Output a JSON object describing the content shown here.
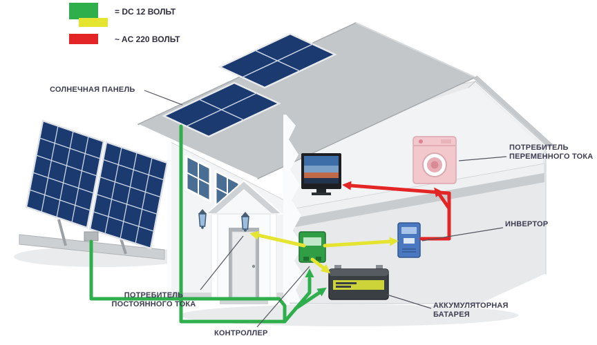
{
  "legend": {
    "dc": {
      "label": "= DC 12 ВОЛЬТ",
      "colors": [
        "#2fae4c",
        "#e4e431"
      ]
    },
    "ac": {
      "label": "~ AC 220 ВОЛЬТ",
      "colors": [
        "#e42525"
      ]
    }
  },
  "labels": {
    "solar_panel": "СОЛНЕЧНАЯ ПАНЕЛЬ",
    "ac_consumer_line1": "ПОТРЕБИТЕЛЬ",
    "ac_consumer_line2": "ПЕРЕМЕННОГО ТОКА",
    "inverter": "ИНВЕРТОР",
    "battery_line1": "АККУМУЛЯТОРНАЯ",
    "battery_line2": "БАТАРЕЯ",
    "controller": "КОНТРОЛЛЕР",
    "dc_consumer_line1": "ПОТРЕБИТЕЛЬ",
    "dc_consumer_line2": "ПОСТОЯННОГО ТОКА"
  },
  "wire_colors": {
    "dc_green": "#2fae4c",
    "dc_yellow": "#e4e431",
    "ac_red": "#e42525"
  },
  "accent_colors": {
    "solar_panel_blue": "#1b3a70",
    "washer_pink": "#f2c8cc",
    "inverter_blue": "#4a78c0",
    "controller_green": "#2f9e44",
    "battery_dark": "#3a3f44"
  }
}
